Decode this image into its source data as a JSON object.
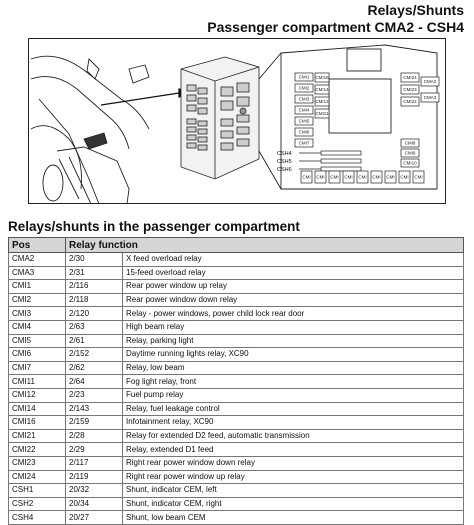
{
  "header": {
    "title": "Relays/Shunts",
    "subtitle": "Passenger compartment CMA2 - CSH4"
  },
  "diagram": {
    "left_labels": [
      "CMI1",
      "CMI2",
      "CMI3",
      "CMI4",
      "CMI5",
      "CMI6",
      "CMI7"
    ],
    "right_labels": [
      "CMI24",
      "CMI23",
      "CMI22",
      "CMA2",
      "CMA3"
    ],
    "center_labels": [
      "CMI16",
      "CMI14",
      "CMI12",
      "CMI11"
    ],
    "cmi_mid_labels": [
      "CMI8",
      "CMI9",
      "CMI10"
    ],
    "csh_labels": [
      "CSH4",
      "CSH5",
      "CSH6"
    ],
    "bottom_labels": [
      "CMI",
      "CMI",
      "CMI",
      "CMI",
      "CMI",
      "CMI",
      "CMI",
      "CMI",
      "CMI"
    ]
  },
  "section_title": "Relays/shunts in the passenger compartment",
  "table": {
    "headers": [
      "Pos",
      "Relay function"
    ],
    "rows": [
      {
        "pos": "CMA2",
        "code": "2/30",
        "desc": "X feed overload relay"
      },
      {
        "pos": "CMA3",
        "code": "2/31",
        "desc": "15-feed overload relay"
      },
      {
        "pos": "CMI1",
        "code": "2/116",
        "desc": "Rear power window up relay"
      },
      {
        "pos": "CMI2",
        "code": "2/118",
        "desc": "Rear power window down relay"
      },
      {
        "pos": "CMI3",
        "code": "2/120",
        "desc": "Relay - power windows, power child lock rear door"
      },
      {
        "pos": "CMI4",
        "code": "2/63",
        "desc": "High beam relay"
      },
      {
        "pos": "CMI5",
        "code": "2/61",
        "desc": "Relay, parking light"
      },
      {
        "pos": "CMI6",
        "code": "2/152",
        "desc": "Daytime running lights relay, XC90"
      },
      {
        "pos": "CMI7",
        "code": "2/62",
        "desc": "Relay, low beam"
      },
      {
        "pos": "CMI11",
        "code": "2/64",
        "desc": "Fog light relay, front"
      },
      {
        "pos": "CMI12",
        "code": "2/23",
        "desc": "Fuel pump relay"
      },
      {
        "pos": "CMI14",
        "code": "2/143",
        "desc": "Relay, fuel leakage control"
      },
      {
        "pos": "CMI16",
        "code": "2/159",
        "desc": "Infotainment relay, XC90"
      },
      {
        "pos": "CMI21",
        "code": "2/28",
        "desc": "Relay for extended D2 feed, automatic transmission"
      },
      {
        "pos": "CMI22",
        "code": "2/29",
        "desc": "Relay, extended D1 feed"
      },
      {
        "pos": "CMI23",
        "code": "2/117",
        "desc": "Right rear power window down relay"
      },
      {
        "pos": "CMI24",
        "code": "2/119",
        "desc": "Right rear power window up relay"
      },
      {
        "pos": "CSH1",
        "code": "20/32",
        "desc": "Shunt, indicator CEM, left"
      },
      {
        "pos": "CSH2",
        "code": "20/34",
        "desc": "Shunt, indicator CEM, right"
      },
      {
        "pos": "CSH4",
        "code": "20/27",
        "desc": "Shunt, low beam CEM"
      }
    ]
  }
}
